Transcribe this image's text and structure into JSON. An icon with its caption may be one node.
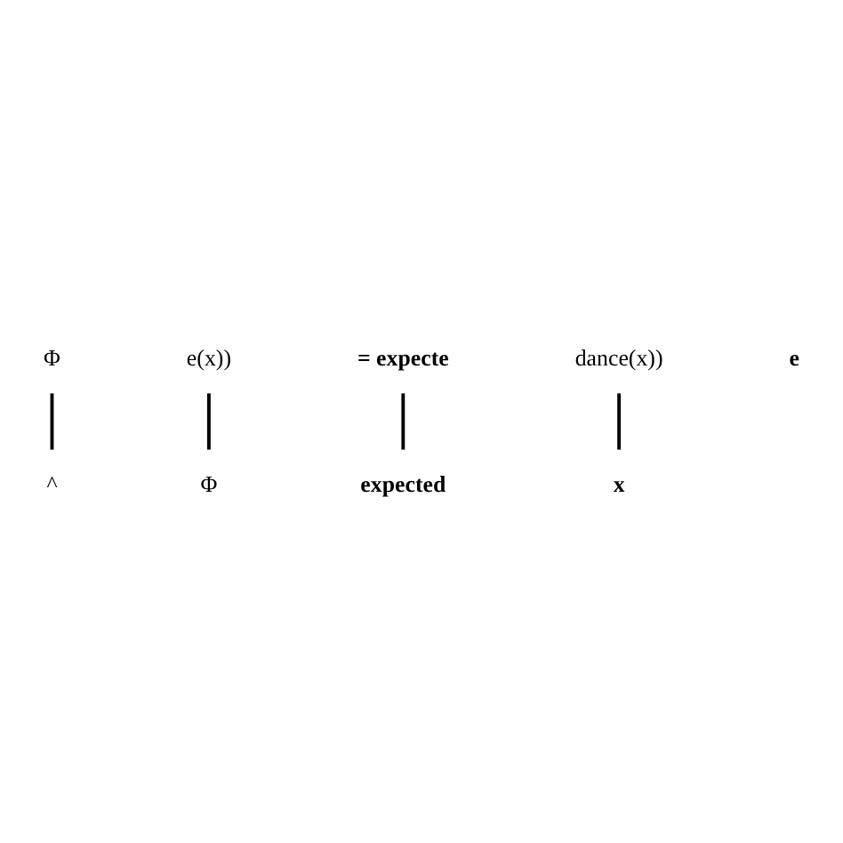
{
  "diagram": {
    "nodes": [
      {
        "text": [
          "Φ"
        ]
      },
      {
        "text": [
          "^"
        ]
      },
      {
        "text": [
          "e(x))"
        ]
      },
      {
        "text": [
          "= expecte"
        ]
      },
      {
        "text": [
          "Φ"
        ]
      },
      {
        "text": [
          "expected"
        ]
      },
      {
        "text": [
          "dance(x))"
        ]
      },
      {
        "text": [
          "e"
        ]
      },
      {
        "text": [
          "x"
        ]
      }
    ],
    "edges": [
      {
        "from": 0,
        "to": 1,
        "arrow": "none"
      },
      {
        "from": 2,
        "to": 4,
        "arrow": "none"
      },
      {
        "from": 3,
        "to": 5,
        "arrow": "none"
      },
      {
        "from": 6,
        "to": 8,
        "arrow": "none"
      }
    ]
  }
}
